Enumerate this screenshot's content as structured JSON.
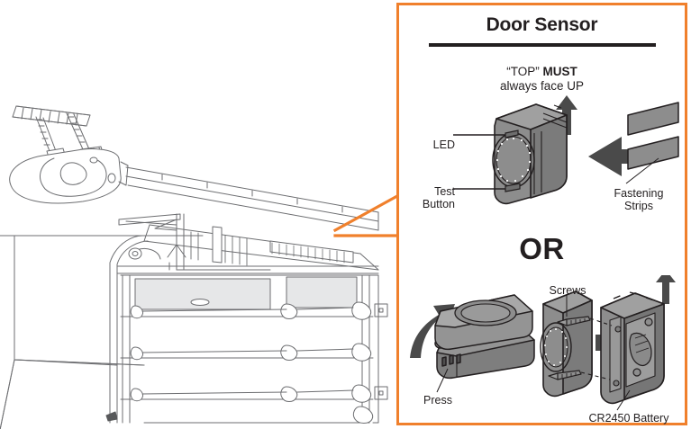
{
  "panel": {
    "title": "Door Sensor",
    "subtitle_top": "“TOP”",
    "subtitle_must": "MUST",
    "subtitle_line2": "always face UP",
    "or_label": "OR",
    "border_color": "#F0802C"
  },
  "upper": {
    "labels": {
      "led": "LED",
      "test_button_line1": "Test",
      "test_button_line2": "Button",
      "fastening_line1": "Fastening",
      "fastening_line2": "Strips"
    },
    "icons": {
      "up_arrow": "up-arrow-icon",
      "left_arrow": "left-arrow-icon"
    }
  },
  "lower": {
    "labels": {
      "press": "Press",
      "screws": "Screws",
      "battery": "CR2450 Battery"
    },
    "icons": {
      "curved_arrow": "curved-up-arrow-icon",
      "right_arrow": "right-arrow-icon",
      "up_arrow": "up-arrow-icon"
    }
  },
  "scene": {
    "description": "garage-door-opener-illustration",
    "callout_color": "#F0802C"
  },
  "colors": {
    "orange": "#F0802C",
    "device_body": "#8d8d8d",
    "device_dark": "#6e6e6e",
    "device_light": "#a8a8a8",
    "arrow": "#4a4a4a",
    "line_art": "#58595b",
    "text": "#231f20"
  }
}
